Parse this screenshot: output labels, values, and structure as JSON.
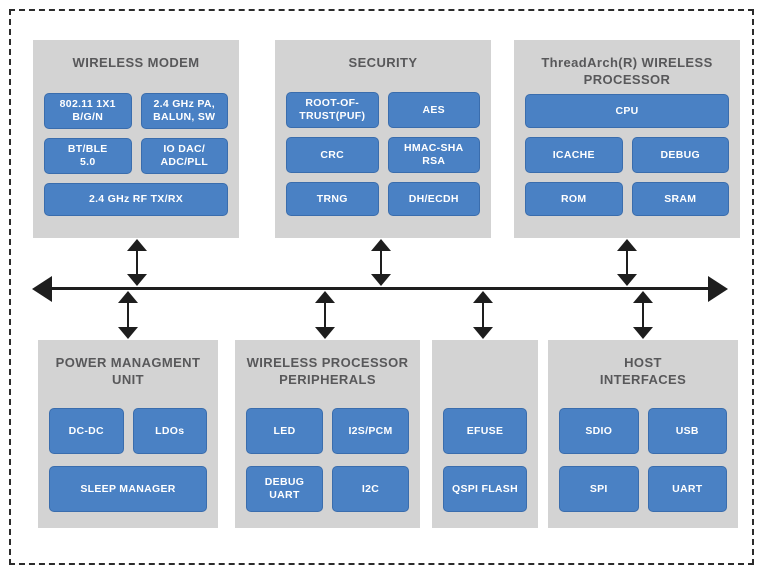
{
  "colors": {
    "page_bg": "#ffffff",
    "frame_dash": "#2b2b2b",
    "block_bg": "#d3d3d3",
    "chip_bg": "#4a81c4",
    "chip_border": "#3a6dad",
    "chip_text": "#ffffff",
    "title_text": "#58585a",
    "connector": "#1e1e1e"
  },
  "icons": {
    "system_bus": "horizontal-double-arrow",
    "connector": "vertical-double-arrow"
  },
  "blocks": {
    "wireless_modem": {
      "title": "WIRELESS MODEM",
      "chips": [
        "802.11 1X1\nB/G/N",
        "2.4 GHz PA,\nBALUN, SW",
        "BT/BLE\n5.0",
        "IO DAC/\nADC/PLL",
        "2.4 GHz RF TX/RX"
      ]
    },
    "security": {
      "title": "SECURITY",
      "chips": [
        "ROOT-OF-\nTRUST(PUF)",
        "AES",
        "CRC",
        "HMAC-SHA\nRSA",
        "TRNG",
        "DH/ECDH"
      ]
    },
    "threadarch_processor": {
      "title": "ThreadArch(R) WIRELESS\nPROCESSOR",
      "chips": [
        "CPU",
        "ICACHE",
        "DEBUG",
        "ROM",
        "SRAM"
      ]
    },
    "power_management_unit": {
      "title": "POWER MANAGMENT\nUNIT",
      "chips": [
        "DC-DC",
        "LDOs",
        "SLEEP MANAGER"
      ]
    },
    "wireless_processor_peripherals": {
      "title": "WIRELESS PROCESSOR\nPERIPHERALS",
      "chips": [
        "LED",
        "I2S/PCM",
        "DEBUG\nUART",
        "I2C"
      ]
    },
    "storage": {
      "title": "",
      "chips": [
        "EFUSE",
        "QSPI FLASH"
      ]
    },
    "host_interfaces": {
      "title": "HOST\nINTERFACES",
      "chips": [
        "SDIO",
        "USB",
        "SPI",
        "UART"
      ]
    }
  }
}
